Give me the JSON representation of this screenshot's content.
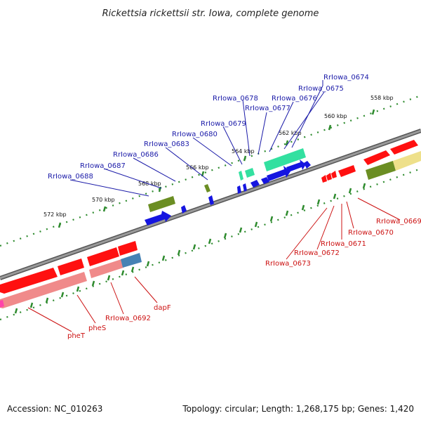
{
  "title": "Rickettsia rickettsii str. Iowa, complete genome",
  "footer": {
    "accession": "Accession: NC_010263",
    "summary": "Topology: circular; Length: 1,268,175 bp; Genes: 1,420"
  },
  "colors": {
    "backbone": "#7f7f7f",
    "tick": "#2e8b2e",
    "blue_label": "#1a1aa8",
    "red_label": "#cc1111",
    "red_gene": "#ff1010",
    "pink_gene": "#f08a8a",
    "blue_gene": "#1515e0",
    "olive_gene": "#6b8e23",
    "mint_gene": "#33e0a0",
    "steel_gene": "#4682b4",
    "khaki_gene": "#eee08a"
  },
  "ruler": [
    {
      "label": "558 kbp"
    },
    {
      "label": "560 kbp"
    },
    {
      "label": "562 kbp"
    },
    {
      "label": "564 kbp"
    },
    {
      "label": "566 kbp"
    },
    {
      "label": "568 kbp"
    },
    {
      "label": "570 kbp"
    },
    {
      "label": "572 kbp"
    }
  ],
  "top_labels": [
    {
      "text": "RrIowa_0674"
    },
    {
      "text": "RrIowa_0675"
    },
    {
      "text": "RrIowa_0676"
    },
    {
      "text": "RrIowa_0677"
    },
    {
      "text": "RrIowa_0678"
    },
    {
      "text": "RrIowa_0679"
    },
    {
      "text": "RrIowa_0680"
    },
    {
      "text": "RrIowa_0683"
    },
    {
      "text": "RrIowa_0686"
    },
    {
      "text": "RrIowa_0687"
    },
    {
      "text": "RrIowa_0688"
    }
  ],
  "bottom_labels": [
    {
      "text": "RrIowa_0669"
    },
    {
      "text": "RrIowa_0670"
    },
    {
      "text": "RrIowa_0671"
    },
    {
      "text": "RrIowa_0672"
    },
    {
      "text": "RrIowa_0673"
    },
    {
      "text": "dapF"
    },
    {
      "text": "RrIowa_0692"
    },
    {
      "text": "pheS"
    },
    {
      "text": "pheT"
    }
  ]
}
